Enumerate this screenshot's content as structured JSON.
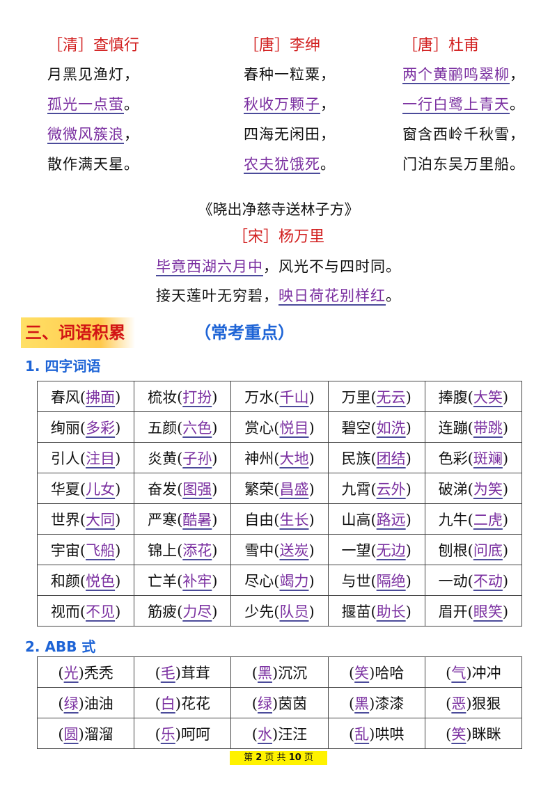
{
  "poems": [
    {
      "author": "［清］查慎行",
      "lines": [
        [
          "月黑见渔灯，",
          ""
        ],
        [
          "",
          "孤光一点萤",
          "。"
        ],
        [
          "",
          "微微风簇浪",
          "，"
        ],
        [
          "散作满天星。",
          ""
        ]
      ]
    },
    {
      "author": "［唐］李绅",
      "lines": [
        [
          "春种一粒粟，",
          ""
        ],
        [
          "",
          "秋收万颗子",
          "，"
        ],
        [
          "四海无闲田，",
          ""
        ],
        [
          "",
          "农夫犹饿死",
          "。"
        ]
      ]
    },
    {
      "author": "［唐］杜甫",
      "lines": [
        [
          "",
          "两个黄鹂鸣翠柳",
          "，"
        ],
        [
          "",
          "一行白鹭上青天",
          "。"
        ],
        [
          "窗含西岭千秋雪，",
          ""
        ],
        [
          "门泊东吴万里船。",
          ""
        ]
      ]
    }
  ],
  "poem4": {
    "title": "《晓出净慈寺送林子方》",
    "author": "［宋］杨万里",
    "line1_u": "毕竟西湖六月中",
    "line1_rest": "，风光不与四时同。",
    "line2_pre": "接天莲叶无穷碧，",
    "line2_u": "映日荷花别样红",
    "line2_end": "。"
  },
  "section3": {
    "title": "三、词语积累",
    "subtitle": "（常考重点）"
  },
  "sub1": "1. 四字词语",
  "sub2": "2. ABB 式",
  "four_char": [
    [
      [
        "春风",
        "拂面"
      ],
      [
        "梳妆",
        "打扮"
      ],
      [
        "万水",
        "千山"
      ],
      [
        "万里",
        "无云"
      ],
      [
        "捧腹",
        "大笑"
      ]
    ],
    [
      [
        "绚丽",
        "多彩"
      ],
      [
        "五颜",
        "六色"
      ],
      [
        "赏心",
        "悦目"
      ],
      [
        "碧空",
        "如洗"
      ],
      [
        "连蹦",
        "带跳"
      ]
    ],
    [
      [
        "引人",
        "注目"
      ],
      [
        "炎黄",
        "子孙"
      ],
      [
        "神州",
        "大地"
      ],
      [
        "民族",
        "团结"
      ],
      [
        "色彩",
        "斑斓"
      ]
    ],
    [
      [
        "华夏",
        "儿女"
      ],
      [
        "奋发",
        "图强"
      ],
      [
        "繁荣",
        "昌盛"
      ],
      [
        "九霄",
        "云外"
      ],
      [
        "破涕",
        "为笑"
      ]
    ],
    [
      [
        "世界",
        "大同"
      ],
      [
        "严寒",
        "酷暑"
      ],
      [
        "自由",
        "生长"
      ],
      [
        "山高",
        "路远"
      ],
      [
        "九牛",
        "二虎"
      ]
    ],
    [
      [
        "宇宙",
        "飞船"
      ],
      [
        "锦上",
        "添花"
      ],
      [
        "雪中",
        "送炭"
      ],
      [
        "一望",
        "无边"
      ],
      [
        "刨根",
        "问底"
      ]
    ],
    [
      [
        "和颜",
        "悦色"
      ],
      [
        "亡羊",
        "补牢"
      ],
      [
        "尽心",
        "竭力"
      ],
      [
        "与世",
        "隔绝"
      ],
      [
        "一动",
        "不动"
      ]
    ],
    [
      [
        "视而",
        "不见"
      ],
      [
        "筋疲",
        "力尽"
      ],
      [
        "少先",
        "队员"
      ],
      [
        "揠苗",
        "助长"
      ],
      [
        "眉开",
        "眼笑"
      ]
    ]
  ],
  "abb": [
    [
      [
        "光",
        "秃秃"
      ],
      [
        "毛",
        "茸茸"
      ],
      [
        "黑",
        "沉沉"
      ],
      [
        "笑",
        "哈哈"
      ],
      [
        "气",
        "冲冲"
      ]
    ],
    [
      [
        "绿",
        "油油"
      ],
      [
        "白",
        "花花"
      ],
      [
        "绿",
        "茵茵"
      ],
      [
        "黑",
        "漆漆"
      ],
      [
        "恶",
        "狠狠"
      ]
    ],
    [
      [
        "圆",
        "溜溜"
      ],
      [
        "乐",
        "呵呵"
      ],
      [
        "水",
        "汪汪"
      ],
      [
        "乱",
        "哄哄"
      ],
      [
        "笑",
        "眯眯"
      ]
    ]
  ],
  "footer": {
    "pre": "第",
    "page": "2",
    "mid": "页 共",
    "total": "10",
    "post": "页"
  },
  "colors": {
    "author_red": "#d22020",
    "answer_purple": "#7a2fa0",
    "heading_blue": "#1e64d6",
    "highlight_yellow": "#fff200"
  }
}
